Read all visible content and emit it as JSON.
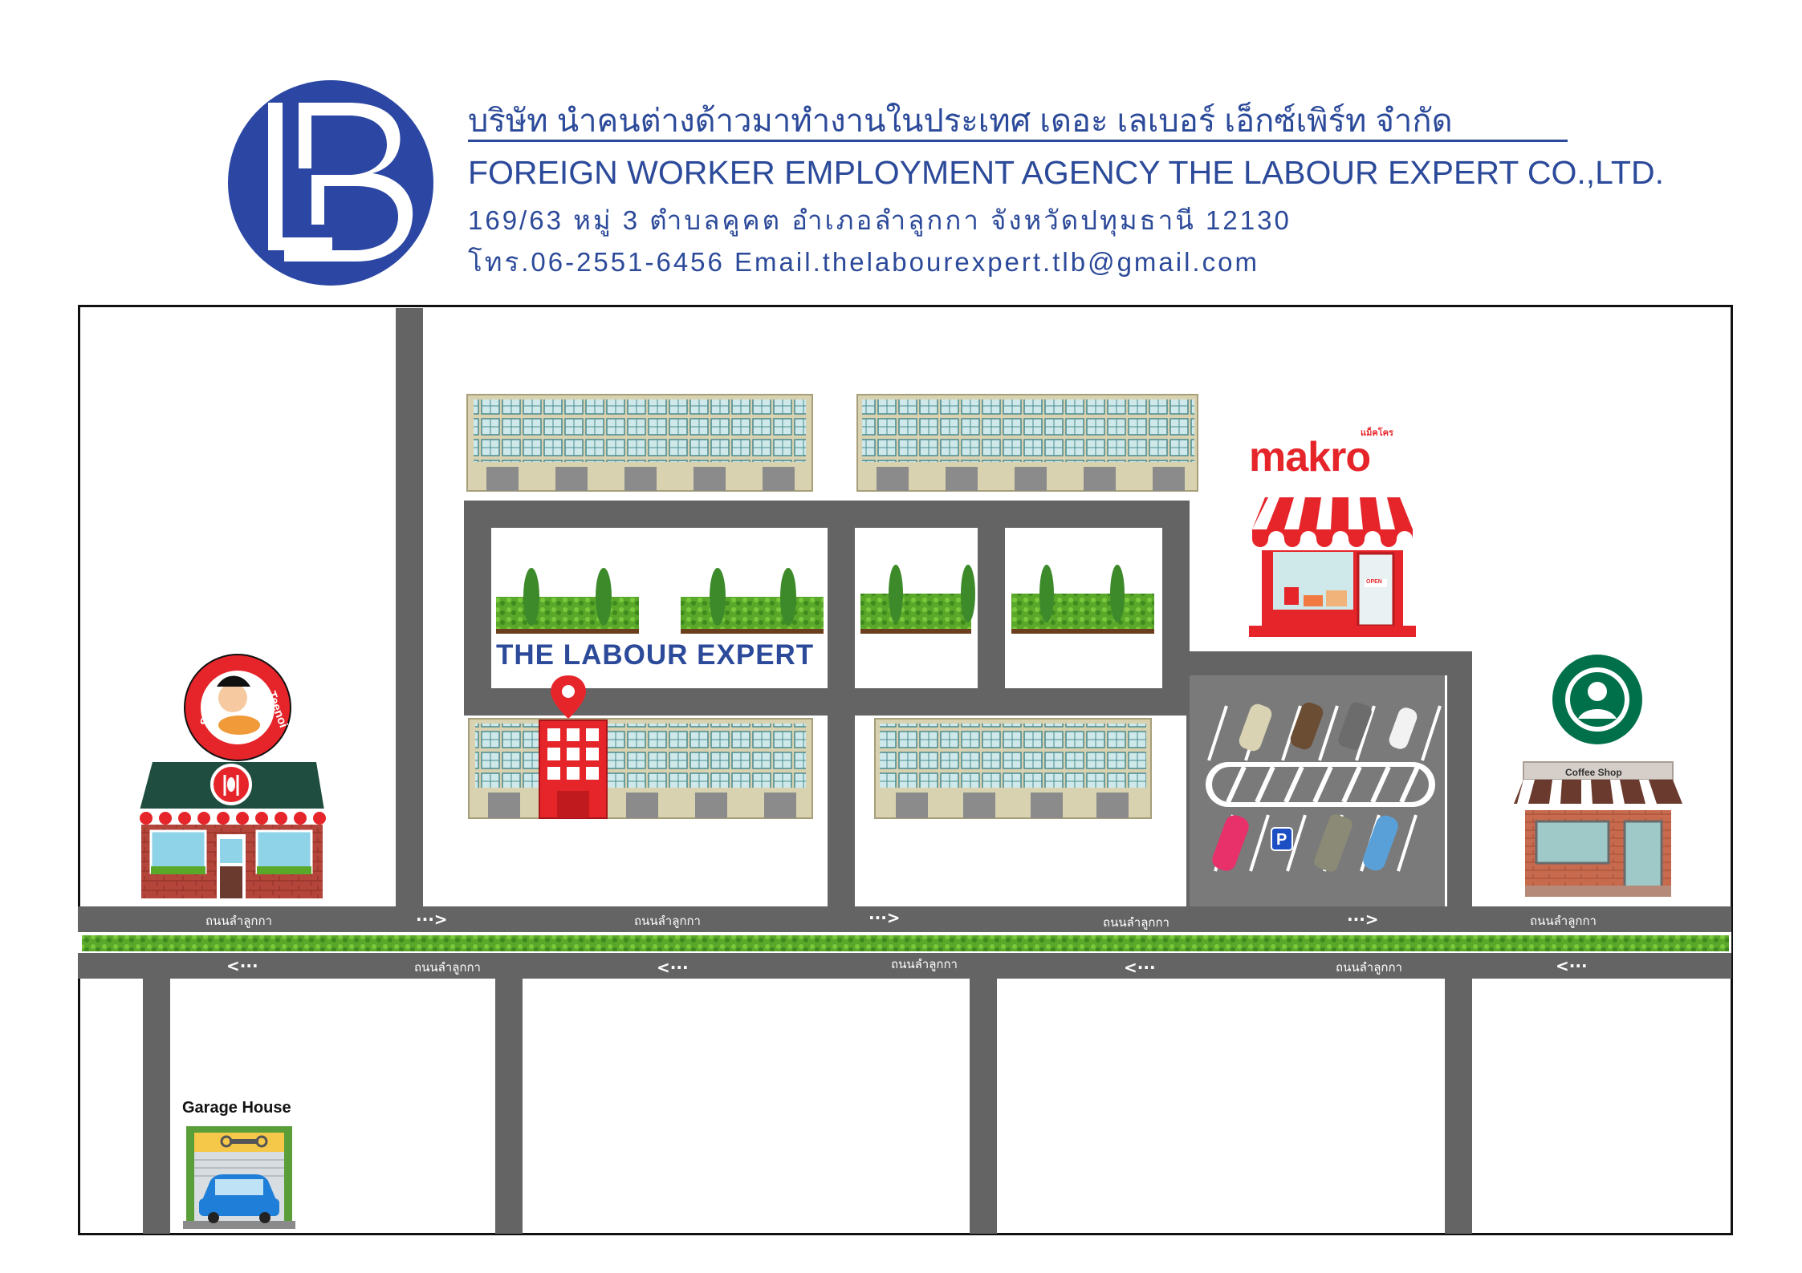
{
  "header": {
    "company_th": "บริษัท นำคนต่างด้าวมาทำงานในประเทศ เดอะ เลเบอร์ เอ็กซ์เพิร์ท จำกัด",
    "company_en": "FOREIGN WORKER EMPLOYMENT AGENCY THE LABOUR EXPERT  CO.,LTD.",
    "address": "169/63 หมู่ 3 ตำบลคูคต อำเภอลำลูกกา จังหวัดปทุมธานี 12130",
    "contact": "โทร.06-2551-6456 Email.thelabourexpert.tlb@gmail.com",
    "logo_letters": "LB"
  },
  "map": {
    "office_label": "THE LABOUR EXPERT",
    "road_name": "ถนนลำลูกกา",
    "arrow_right": "···>",
    "arrow_left": "<···",
    "garage_label": "Garage House",
    "makro_label": "makro",
    "makro_thai": "แม็คโคร",
    "coffee_label": "Coffee Shop",
    "suki_text_left": "Suki",
    "suki_text_right": "Teenoi",
    "parking_sign": "P",
    "open_sign": "OPEN"
  },
  "colors": {
    "brand_blue": "#2c4a9a",
    "road": "#646464",
    "pin_red": "#e5252a",
    "starbucks_green": "#00704a"
  }
}
